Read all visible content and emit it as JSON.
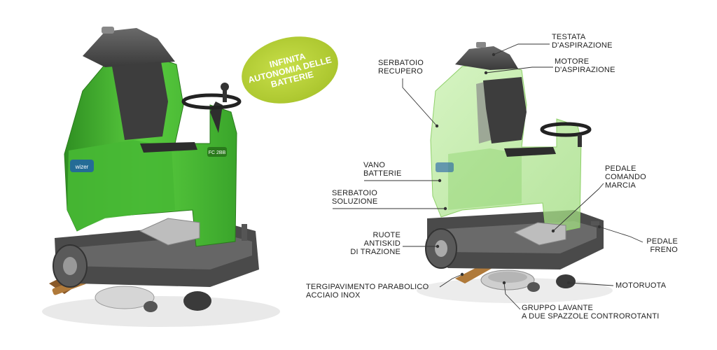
{
  "colors": {
    "machine_green": "#4fc33a",
    "machine_green_dark": "#2f8f22",
    "ghost_green": "#b7ea9c",
    "badge_lime": "#b9d33a",
    "chassis_dark": "#4a4a4a",
    "line": "#333333"
  },
  "badge": {
    "lines": [
      "INFINITA",
      "AUTONOMIA DELLE",
      "BATTERIE"
    ]
  },
  "left_machine": {
    "model_plate": "FC 2BB",
    "brand_plate": "wizer"
  },
  "labels": {
    "testata_aspirazione": [
      "TESTATA",
      "D'ASPIRAZIONE"
    ],
    "serbatoio_recupero": [
      "SERBATOIO",
      "RECUPERO"
    ],
    "motore_aspirazione": [
      "MOTORE",
      "D'ASPIRAZIONE"
    ],
    "vano_batterie": [
      "VANO",
      "BATTERIE"
    ],
    "pedale_comando_marcia": [
      "PEDALE",
      "COMANDO",
      "MARCIA"
    ],
    "serbatoio_soluzione": [
      "SERBATOIO",
      "SOLUZIONE"
    ],
    "ruote_antiskid": [
      "RUOTE",
      "ANTISKID",
      "DI TRAZIONE"
    ],
    "pedale_freno": [
      "PEDALE",
      "FRENO"
    ],
    "tergipavimento": [
      "TERGIPAVIMENTO PARABOLICO",
      "ACCIAIO INOX"
    ],
    "motoruota": [
      "MOTORUOTA"
    ],
    "gruppo_lavante": [
      "GRUPPO LAVANTE",
      "A DUE SPAZZOLE CONTROROTANTI"
    ]
  }
}
